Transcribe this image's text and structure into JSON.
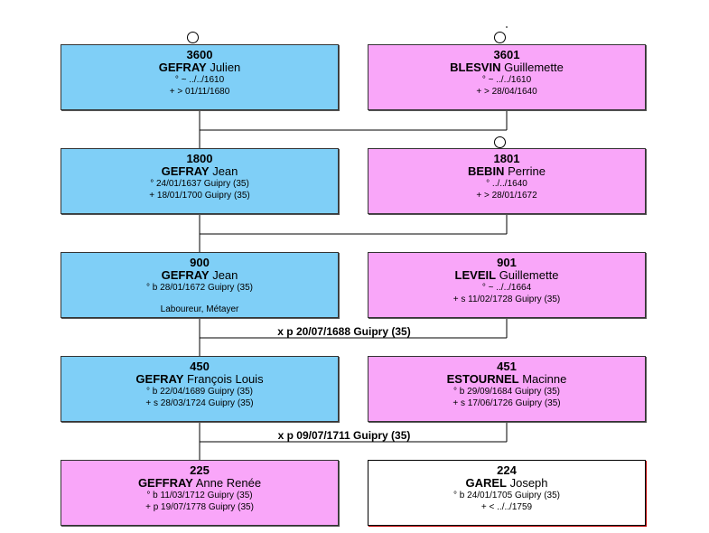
{
  "persons": [
    {
      "num": "3600",
      "surname": "GEFRAY",
      "given": "Julien",
      "lines": [
        "° ~ ../../1610",
        "+ > 01/11/1680"
      ]
    },
    {
      "num": "3601",
      "surname": "BLESVIN",
      "given": "Guillemette",
      "lines": [
        "° ~ ../../1610",
        "+ > 28/04/1640"
      ]
    },
    {
      "num": "1800",
      "surname": "GEFRAY",
      "given": "Jean",
      "lines": [
        "° 24/01/1637 Guipry (35)",
        "+ 18/01/1700 Guipry (35)"
      ]
    },
    {
      "num": "1801",
      "surname": "BEBIN",
      "given": "Perrine",
      "lines": [
        "° ../../1640",
        "+ > 28/01/1672"
      ]
    },
    {
      "num": "900",
      "surname": "GEFRAY",
      "given": "Jean",
      "lines": [
        "° b 28/01/1672 Guipry (35)"
      ],
      "occupation": "Laboureur, Métayer"
    },
    {
      "num": "901",
      "surname": "LEVEIL",
      "given": "Guillemette",
      "lines": [
        "° ~ ../../1664",
        "+ s 11/02/1728 Guipry (35)"
      ]
    },
    {
      "num": "450",
      "surname": "GEFRAY",
      "given": "François Louis",
      "lines": [
        "° b 22/04/1689 Guipry (35)",
        "+ s 28/03/1724 Guipry (35)"
      ]
    },
    {
      "num": "451",
      "surname": "ESTOURNEL",
      "given": "Macinne",
      "lines": [
        "° b 29/09/1684 Guipry (35)",
        "+ s 17/06/1726 Guipry (35)"
      ]
    },
    {
      "num": "225",
      "surname": "GEFFRAY",
      "given": "Anne Renée",
      "lines": [
        "° b 11/03/1712 Guipry (35)",
        "+ p 19/07/1778 Guipry (35)"
      ]
    },
    {
      "num": "224",
      "surname": "GAREL",
      "given": "Joseph",
      "lines": [
        "° b 24/01/1705 Guipry (35)",
        "+ < ../../1759"
      ]
    }
  ],
  "marriages": [
    "x p 20/07/1688 Guipry (35)",
    "x p 09/07/1711 Guipry (35)"
  ],
  "colors": {
    "male": "#7fcff7",
    "female": "#f9a6f9",
    "line": "#000000"
  }
}
